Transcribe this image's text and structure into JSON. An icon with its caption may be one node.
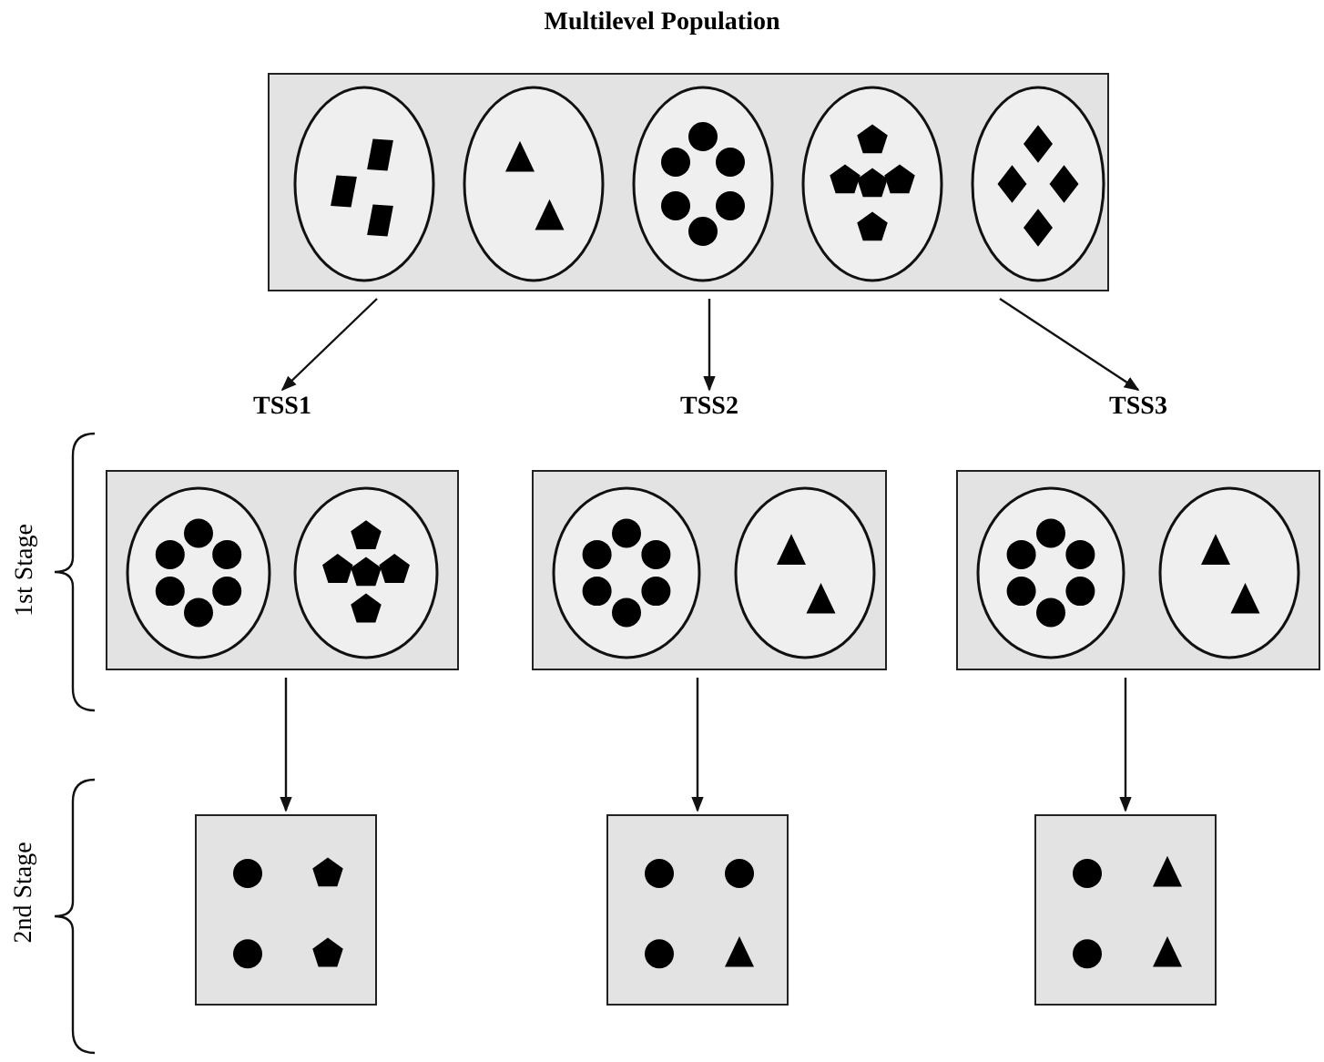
{
  "diagram": {
    "title": "Multilevel Population",
    "nodes": [
      {
        "text": [],
        "shape": "box"
      },
      {
        "text": [],
        "shape": "ellipse",
        "in": 0
      },
      {
        "text": [],
        "shape": "ellipse",
        "in": 0
      },
      {
        "text": [],
        "shape": "ellipse",
        "in": 0
      },
      {
        "text": [],
        "shape": "ellipse",
        "in": 0
      },
      {
        "text": [],
        "shape": "ellipse",
        "in": 0
      },
      {
        "text": [
          "TSS1"
        ]
      },
      {
        "text": [],
        "shape": "ellipse",
        "in": 6
      },
      {
        "text": [],
        "shape": "ellipse",
        "in": 6
      },
      {
        "text": [
          "TSS2"
        ]
      },
      {
        "text": [],
        "shape": "ellipse",
        "in": 9
      },
      {
        "text": [],
        "shape": "ellipse",
        "in": 9
      },
      {
        "text": [
          "TSS3"
        ]
      },
      {
        "text": [],
        "shape": "ellipse",
        "in": 12
      },
      {
        "text": [],
        "shape": "ellipse",
        "in": 12
      },
      {
        "text": [],
        "shape": "box"
      },
      {
        "text": [],
        "shape": "box"
      },
      {
        "text": [],
        "shape": "box"
      }
    ],
    "edges": [
      {
        "from": 0,
        "to": 6,
        "arrow": "to"
      },
      {
        "from": 0,
        "to": 9,
        "arrow": "to"
      },
      {
        "from": 0,
        "to": 12,
        "arrow": "to"
      },
      {
        "from": 6,
        "to": 15,
        "arrow": "to"
      },
      {
        "from": 9,
        "to": 16,
        "arrow": "to"
      },
      {
        "from": 12,
        "to": 17,
        "arrow": "to"
      }
    ],
    "labels": [
      "1st Stage",
      "2nd Stage"
    ]
  }
}
